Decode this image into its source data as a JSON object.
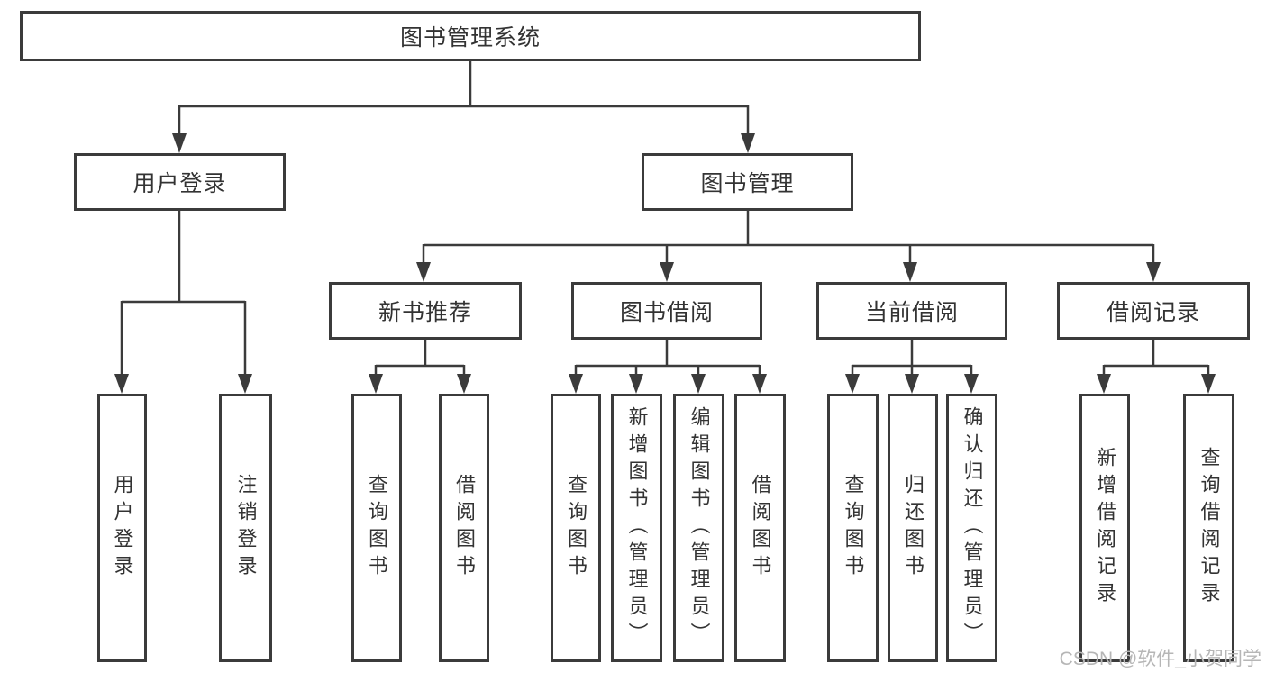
{
  "diagram": {
    "root": {
      "label": "图书管理系统"
    },
    "level2": [
      {
        "label": "用户登录"
      },
      {
        "label": "图书管理"
      }
    ],
    "level3": [
      {
        "label": "新书推荐"
      },
      {
        "label": "图书借阅"
      },
      {
        "label": "当前借阅"
      },
      {
        "label": "借阅记录"
      }
    ],
    "leaves": {
      "user_login": [
        {
          "label": "用户登录"
        },
        {
          "label": "注销登录"
        }
      ],
      "new_books": [
        {
          "label": "查询图书"
        },
        {
          "label": "借阅图书"
        }
      ],
      "book_borrow": [
        {
          "label": "查询图书"
        },
        {
          "label": "新增图书（管理员）"
        },
        {
          "label": "编辑图书（管理员）"
        },
        {
          "label": "借阅图书"
        }
      ],
      "current_borrow": [
        {
          "label": "查询图书"
        },
        {
          "label": "归还图书"
        },
        {
          "label": "确认归还（管理员）"
        }
      ],
      "borrow_records": [
        {
          "label": "新增借阅记录"
        },
        {
          "label": "查询借阅记录"
        }
      ]
    }
  },
  "watermark": {
    "text": "CSDN @软件_小贺同学"
  },
  "colors": {
    "line": "#3b3b3b",
    "text": "#333333",
    "background": "#ffffff",
    "watermark": "#b6b6b6"
  }
}
